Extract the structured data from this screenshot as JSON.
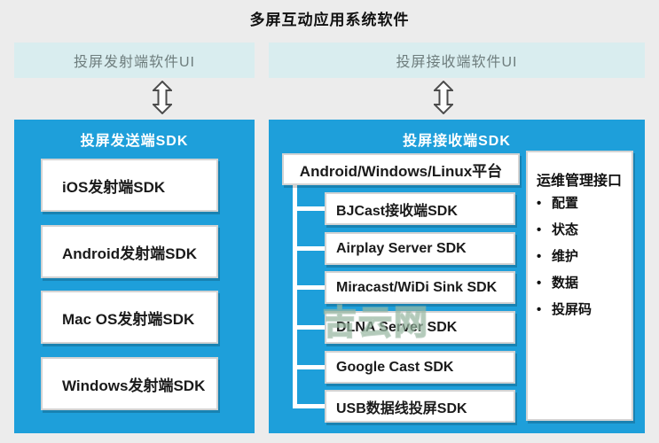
{
  "page": {
    "title": "多屏互动应用系统软件"
  },
  "ui_bars": {
    "sender": "投屏发射端软件UI",
    "receiver": "投屏接收端软件UI"
  },
  "sender_sdk": {
    "title": "投屏发送端SDK",
    "items": [
      "iOS发射端SDK",
      "Android发射端SDK",
      "Mac OS发射端SDK",
      "Windows发射端SDK"
    ]
  },
  "receiver_sdk": {
    "title": "投屏接收端SDK",
    "platform": "Android/Windows/Linux平台",
    "items": [
      "BJCast接收端SDK",
      "Airplay Server SDK",
      "Miracast/WiDi Sink SDK",
      "DLNA Server SDK",
      "Google Cast SDK",
      "USB数据线投屏SDK"
    ]
  },
  "ops_panel": {
    "title": "运维管理接口",
    "items": [
      "配置",
      "状态",
      "维护",
      "数据",
      "投屏码"
    ]
  },
  "watermark": "吉云网",
  "colors": {
    "background": "#ececec",
    "panel_blue": "#1e9fda",
    "bar_cyan": "#d9edef",
    "bar_text": "#6e7d7d",
    "box_border": "#d3d3d3",
    "text_dark": "#1a1a1a",
    "watermark_green": "#98b7a1",
    "arrow_stroke": "#4c4c4c"
  }
}
